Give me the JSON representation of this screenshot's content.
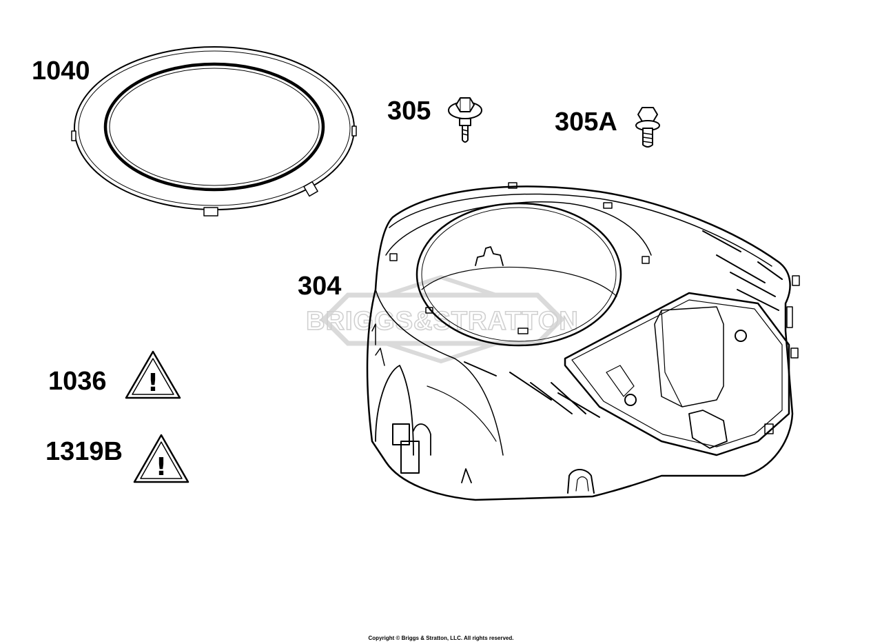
{
  "callouts": {
    "c1040": "1040",
    "c305": "305",
    "c305a": "305A",
    "c304": "304",
    "c1036": "1036",
    "c1319b": "1319B"
  },
  "watermark": "BRIGGS&STRATTON",
  "warning_glyph": "!",
  "copyright": "Copyright © Briggs & Stratton, LLC. All rights reserved.",
  "icons": [
    "warning-triangle-icon",
    "flange-screw-icon",
    "hex-bolt-icon"
  ],
  "colors": {
    "line": "#000000",
    "watermark": "#d9d9d9",
    "background": "#ffffff"
  }
}
